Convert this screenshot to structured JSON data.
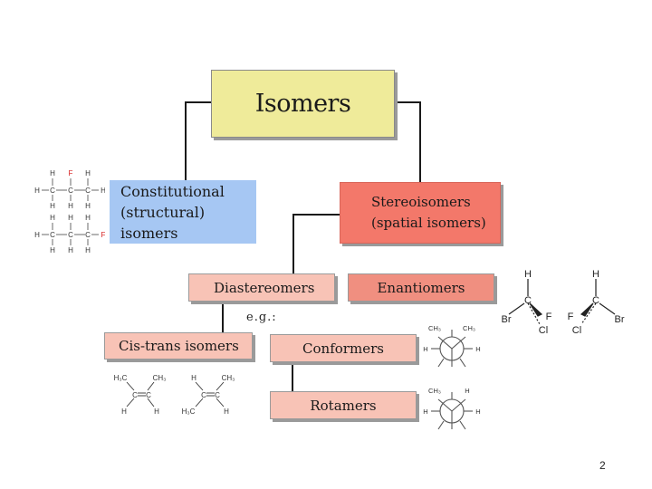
{
  "diagram": {
    "root": "Isomers",
    "constitutional": {
      "line1": "Constitutional",
      "line2": "(structural) isomers"
    },
    "stereoisomers": {
      "line1": "Stereoisomers",
      "line2": "(spatial isomers)"
    },
    "diastereomers": "Diastereomers",
    "enantiomers": "Enantiomers",
    "example_note": "e.g.:",
    "cis_trans": "Cis-trans isomers",
    "conformers": "Conformers",
    "rotamers": "Rotamers"
  },
  "structures": {
    "propane_top": {
      "upper_h": [
        "H",
        "F",
        "H"
      ],
      "main": [
        "H",
        "C",
        "C",
        "C",
        "H"
      ],
      "lower_h": [
        "H",
        "H",
        "H"
      ]
    },
    "propane_bottom": {
      "upper_h": [
        "H",
        "H",
        "H"
      ],
      "main": [
        "H",
        "C",
        "C",
        "C",
        "F"
      ],
      "lower_h": [
        "H",
        "H",
        "H"
      ]
    },
    "fluoro_color": "#d62020",
    "enantiomer_left": {
      "top": "H",
      "center": "C",
      "left": "Br",
      "right": "F",
      "bottom": "Cl"
    },
    "enantiomer_right": {
      "top": "H",
      "center": "C",
      "left": "F",
      "right": "Br",
      "bottom": "Cl"
    },
    "alkene_left": {
      "tl": "H₃C",
      "tr": "CH₃",
      "c1": "C",
      "c2": "C",
      "bl": "H",
      "br": "H"
    },
    "alkene_right": {
      "tl": "H",
      "tr": "CH₃",
      "c1": "C",
      "c2": "C",
      "bl": "H₃C",
      "br": "H"
    },
    "newman_top": {
      "tl": "CH₃",
      "tr": "CH₃",
      "l": "H",
      "r": "H"
    },
    "newman_bottom": {
      "tl": "CH₃",
      "tr": "H",
      "l": "H",
      "r": "H"
    }
  },
  "page_number": "2"
}
